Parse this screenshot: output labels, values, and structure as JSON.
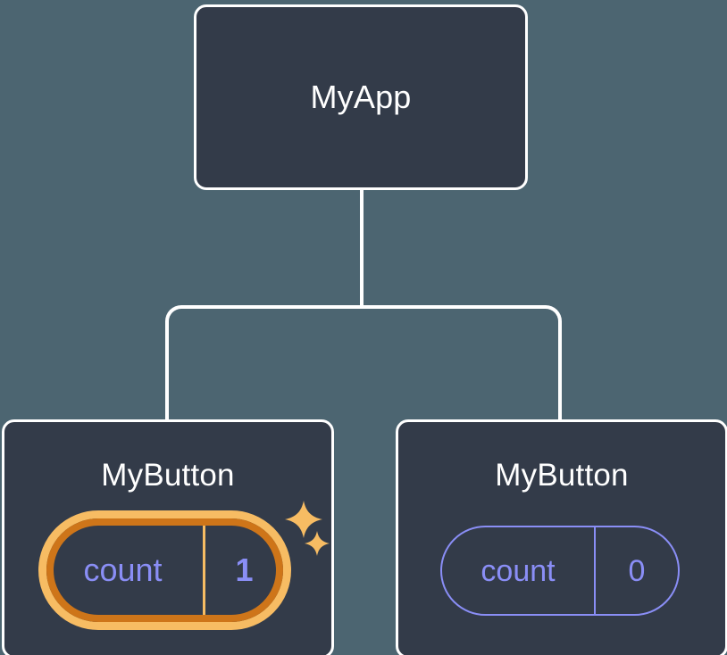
{
  "diagram": {
    "type": "component-tree",
    "background_color": "#4c6571",
    "node_fill_color": "#333b49",
    "node_border_color": "#ffffff",
    "accent_highlight_color": "#f7bc63",
    "accent_highlight_outer_color": "#ce7519",
    "state_text_color": "#8a8ef6",
    "title_text_color": "#ffffff"
  },
  "root": {
    "label": "MyApp"
  },
  "children": [
    {
      "label": "MyButton",
      "state": {
        "key": "count",
        "value": "1"
      },
      "highlighted": true,
      "sparkles": [
        {
          "name": "sparkle-large"
        },
        {
          "name": "sparkle-small"
        }
      ]
    },
    {
      "label": "MyButton",
      "state": {
        "key": "count",
        "value": "0"
      },
      "highlighted": false
    }
  ],
  "edges": [
    {
      "from": "MyApp",
      "to": "MyButton-left"
    },
    {
      "from": "MyApp",
      "to": "MyButton-right"
    }
  ]
}
